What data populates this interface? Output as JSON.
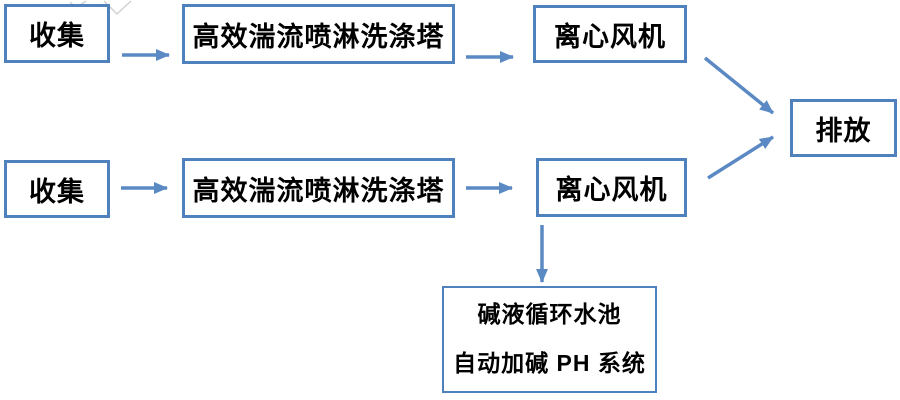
{
  "diagram": {
    "type": "flowchart",
    "description": "Exhaust gas treatment process flow: two parallel collection lines pass through spray scrubbing towers and centrifugal fans to discharge; line 2 fan connects down to an alkali circulation pool system",
    "colors": {
      "box_border": "#4f81bd",
      "arrow": "#5b89c4",
      "text": "#000000",
      "background": "#ffffff",
      "watermark": "#cccccc"
    },
    "nodes": {
      "collect1": {
        "label": "收集"
      },
      "tower1": {
        "label": "高效湍流喷淋洗涤塔"
      },
      "fan1": {
        "label": "离心风机"
      },
      "collect2": {
        "label": "收集"
      },
      "tower2": {
        "label": "高效湍流喷淋洗涤塔"
      },
      "fan2": {
        "label": "离心风机"
      },
      "discharge": {
        "label": "排放"
      },
      "pool": {
        "line1": "碱液循环水池",
        "line2": "自动加碱 PH 系统"
      }
    },
    "edges": [
      {
        "from": "collect1",
        "to": "tower1",
        "type": "arrow"
      },
      {
        "from": "tower1",
        "to": "fan1",
        "type": "arrow"
      },
      {
        "from": "fan1",
        "to": "discharge",
        "type": "arrow"
      },
      {
        "from": "collect2",
        "to": "tower2",
        "type": "arrow"
      },
      {
        "from": "tower2",
        "to": "fan2",
        "type": "arrow"
      },
      {
        "from": "fan2",
        "to": "discharge",
        "type": "arrow"
      },
      {
        "from": "fan2",
        "to": "pool",
        "type": "arrow"
      }
    ]
  }
}
